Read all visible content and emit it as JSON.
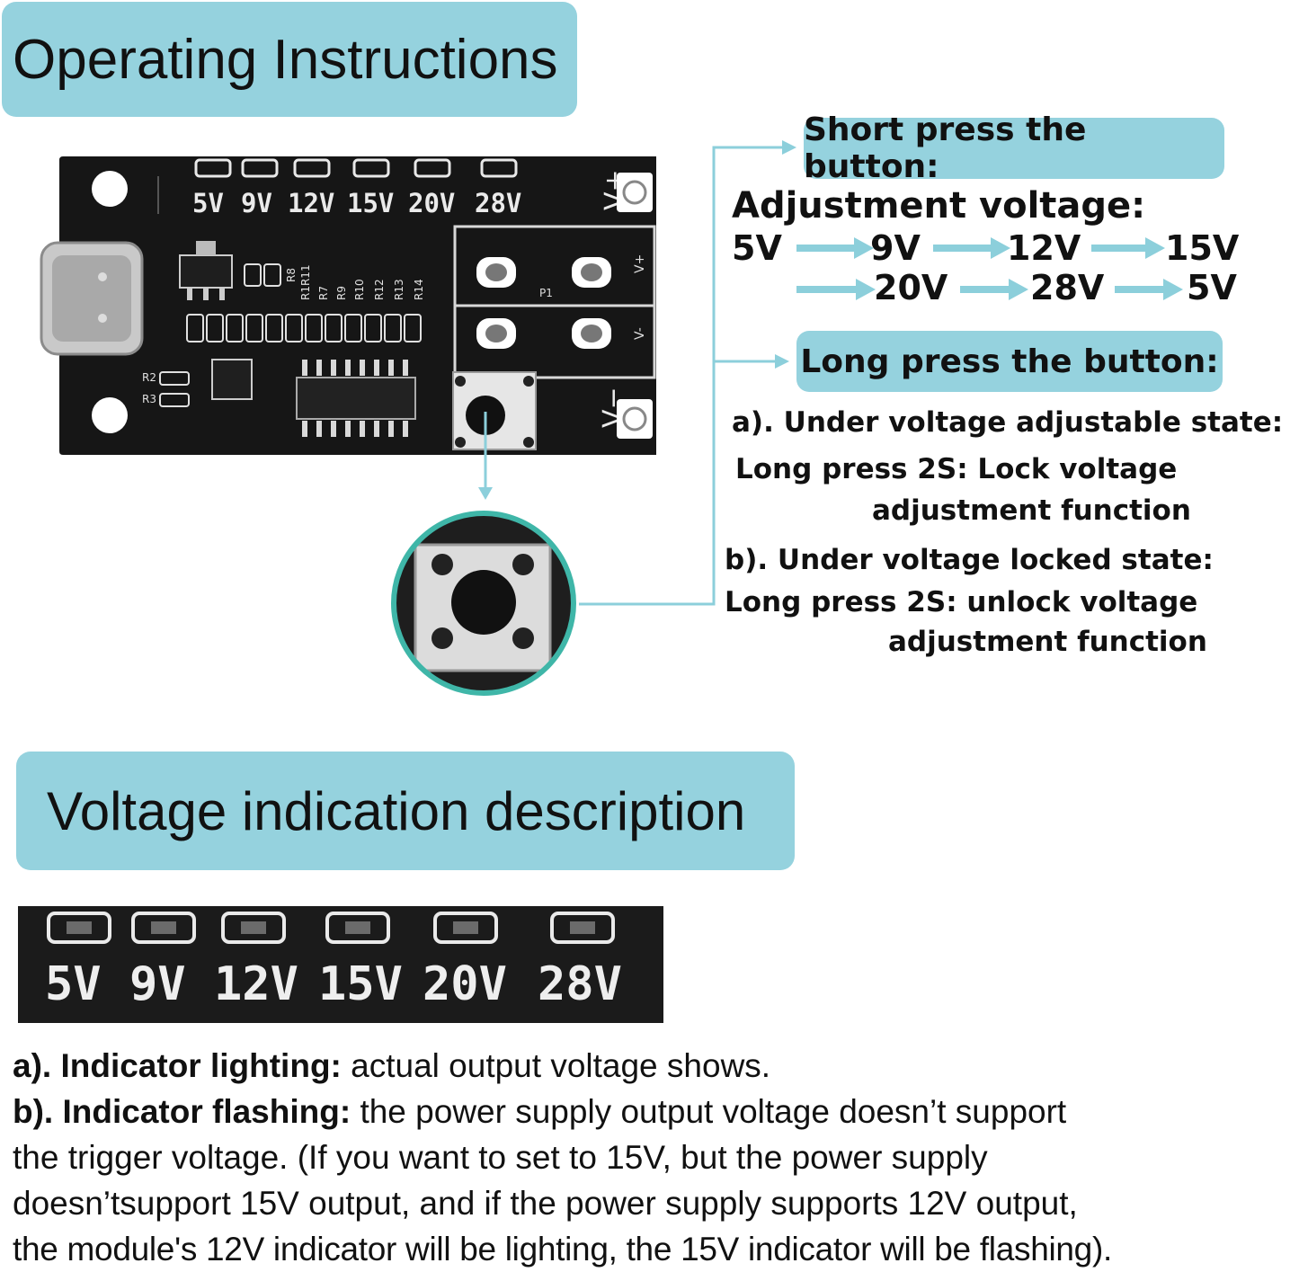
{
  "sections": {
    "operating_title": "Operating Instructions",
    "voltage_title": "Voltage indication description"
  },
  "board": {
    "voltage_labels": [
      "5V",
      "9V",
      "12V",
      "15V",
      "20V",
      "28V"
    ],
    "terminal_plus": "V+",
    "terminal_minus": "V−",
    "resistors": [
      "R8",
      "R1R11",
      "R7",
      "R9",
      "R10",
      "R12",
      "R13",
      "R14"
    ],
    "r2": "R2",
    "r3": "R3",
    "p1": "P1",
    "pad_plus": "V+",
    "pad_minus": "V-"
  },
  "short_press": {
    "title": "Short press the button:",
    "subtitle": "Adjustment voltage:",
    "sequence_row1": [
      "5V",
      "9V",
      "12V",
      "15V"
    ],
    "sequence_row2": [
      "20V",
      "28V",
      "5V"
    ]
  },
  "long_press": {
    "title": "Long press the button:",
    "a_state": "a). Under voltage adjustable state:",
    "a_action_1": "Long press 2S: Lock voltage",
    "a_action_2": "adjustment function",
    "b_state": "b). Under voltage locked state:",
    "b_action_1": "Long press 2S: unlock voltage",
    "b_action_2": "adjustment function"
  },
  "indicator": {
    "strip_labels": [
      "5V",
      "9V",
      "12V",
      "15V",
      "20V",
      "28V"
    ],
    "a_label": "a). Indicator lighting:",
    "a_text": " actual output voltage shows.",
    "b_label": "b). Indicator flashing:",
    "b_text_1": " the power supply output voltage doesn’t support",
    "b_text_2": "the trigger voltage. (If you want to set to 15V, but the power supply",
    "b_text_3": "doesn’tsupport 15V output, and if the power supply supports 12V output,",
    "b_text_4": "the module's 12V indicator will be lighting, the 15V indicator will be flashing)."
  },
  "colors": {
    "banner": "#95d2de",
    "arrow": "#8ccfdb",
    "pcb": "#161616",
    "teal_ring": "#3fb6a8"
  }
}
